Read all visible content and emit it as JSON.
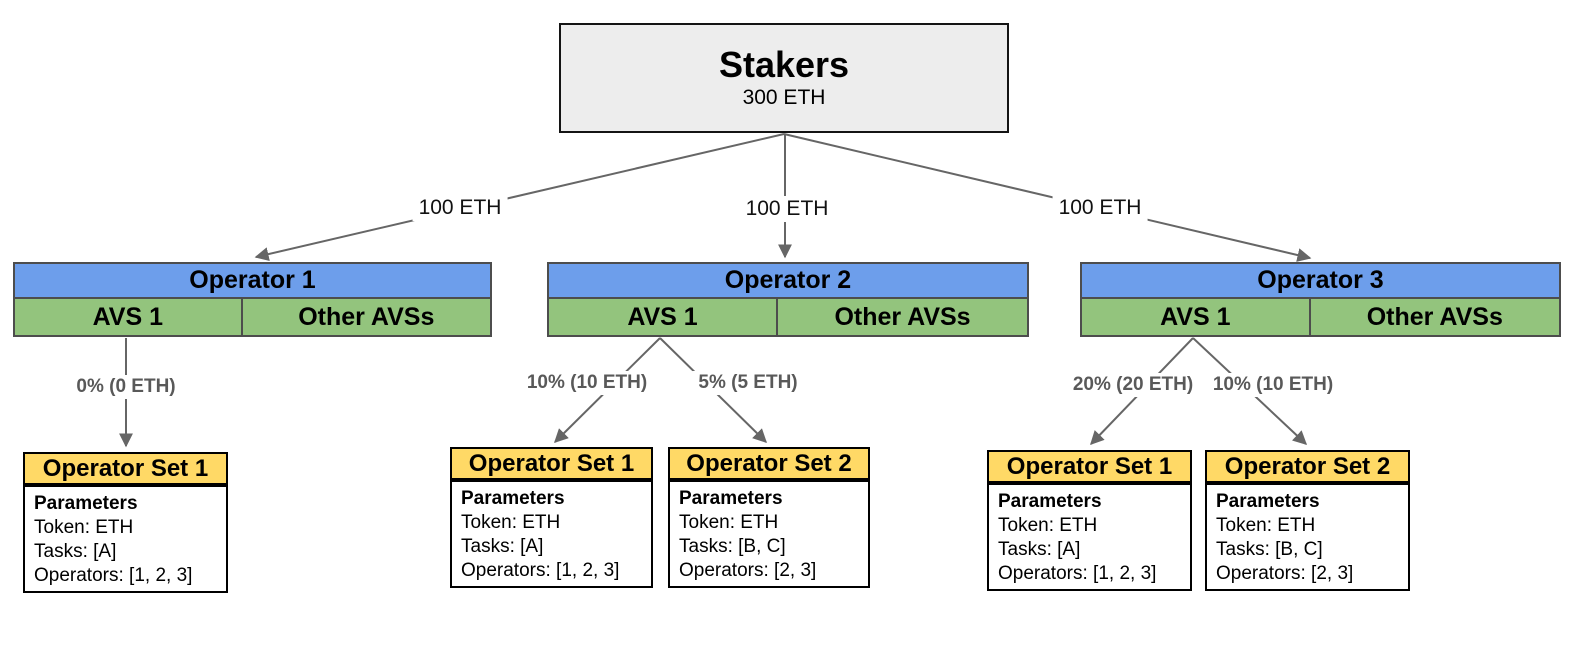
{
  "stakers": {
    "title": "Stakers",
    "amount": "300 ETH"
  },
  "stake_edges": [
    {
      "label": "100 ETH"
    },
    {
      "label": "100 ETH"
    },
    {
      "label": "100 ETH"
    }
  ],
  "operators": [
    {
      "name": "Operator 1",
      "avs": "AVS 1",
      "other_avs": "Other AVSs",
      "allocations": [
        {
          "label": "0% (0 ETH)"
        }
      ],
      "operator_sets": [
        {
          "title": "Operator Set 1",
          "heading": "Parameters",
          "token": "Token: ETH",
          "tasks": "Tasks: [A]",
          "operators": "Operators: [1, 2, 3]"
        }
      ]
    },
    {
      "name": "Operator 2",
      "avs": "AVS 1",
      "other_avs": "Other AVSs",
      "allocations": [
        {
          "label": "10% (10 ETH)"
        },
        {
          "label": "5% (5 ETH)"
        }
      ],
      "operator_sets": [
        {
          "title": "Operator Set 1",
          "heading": "Parameters",
          "token": "Token: ETH",
          "tasks": "Tasks: [A]",
          "operators": "Operators: [1, 2, 3]"
        },
        {
          "title": "Operator Set 2",
          "heading": "Parameters",
          "token": "Token: ETH",
          "tasks": "Tasks: [B, C]",
          "operators": "Operators: [2, 3]"
        }
      ]
    },
    {
      "name": "Operator 3",
      "avs": "AVS 1",
      "other_avs": "Other AVSs",
      "allocations": [
        {
          "label": "20% (20 ETH)"
        },
        {
          "label": "10% (10 ETH)"
        }
      ],
      "operator_sets": [
        {
          "title": "Operator Set 1",
          "heading": "Parameters",
          "token": "Token: ETH",
          "tasks": "Tasks: [A]",
          "operators": "Operators: [1, 2, 3]"
        },
        {
          "title": "Operator Set 2",
          "heading": "Parameters",
          "token": "Token: ETH",
          "tasks": "Tasks: [B, C]",
          "operators": "Operators: [2, 3]"
        }
      ]
    }
  ],
  "colors": {
    "operator_header": "#6d9eeb",
    "avs_cell": "#93c47d",
    "set_header": "#ffd966",
    "stakers_fill": "#ededed",
    "connector": "#666666",
    "pct_label_text": "#595959"
  }
}
